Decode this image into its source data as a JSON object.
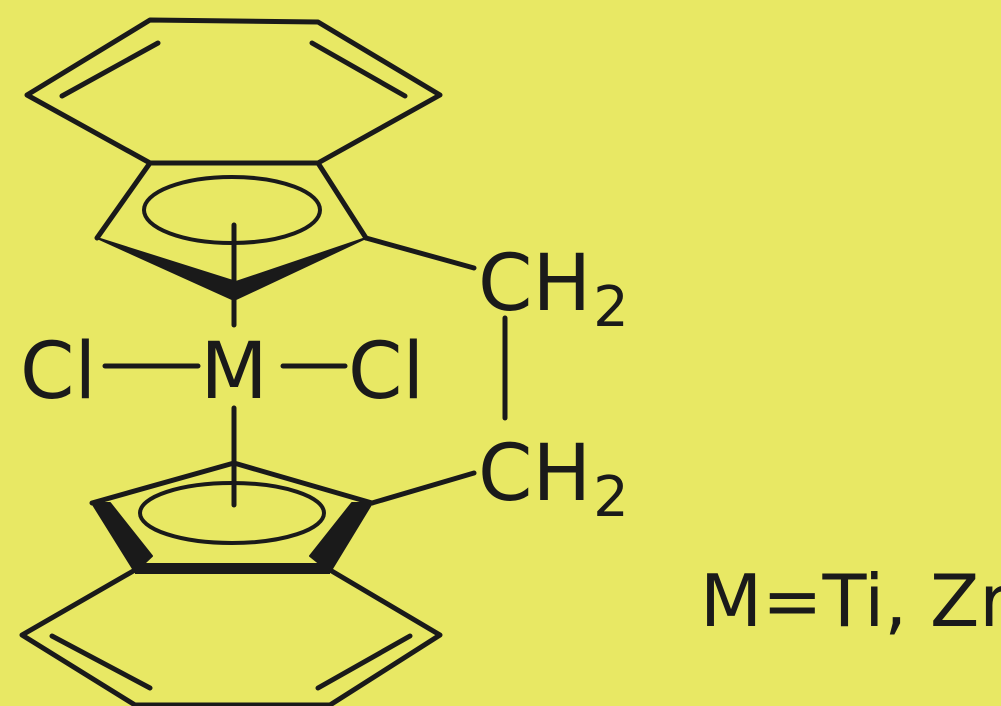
{
  "colors": {
    "background": "#e8e864",
    "ink": "#1a1a1a"
  },
  "structure": {
    "metal": "M",
    "chlorine_left": "Cl",
    "chlorine_right": "Cl",
    "bridge_top": {
      "base": "CH",
      "subscript": "2"
    },
    "bridge_bottom": {
      "base": "CH",
      "subscript": "2"
    }
  },
  "caption": "M=Ti, Zr"
}
